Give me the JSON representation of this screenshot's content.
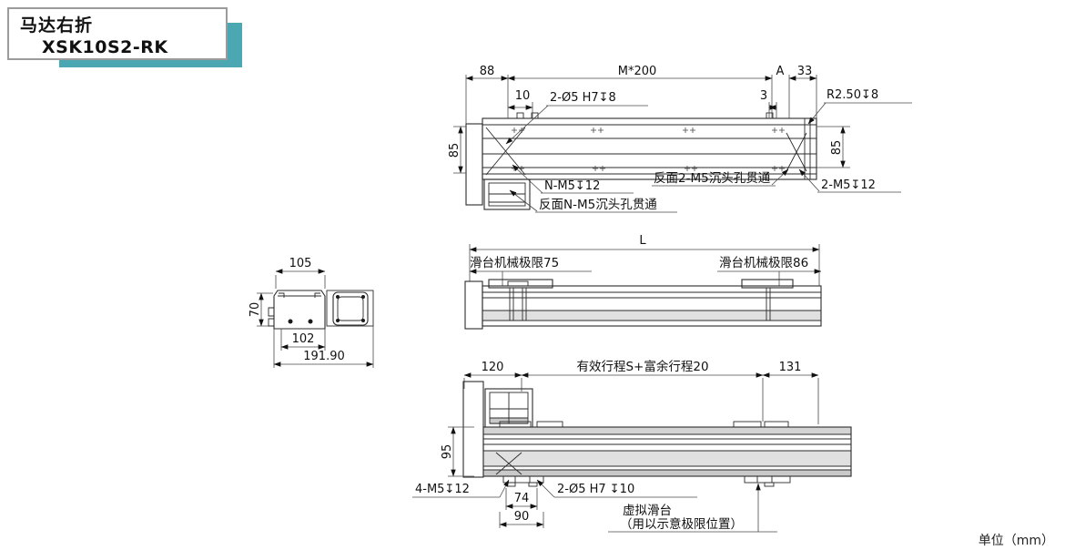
{
  "title": {
    "model_type": "马达右折",
    "model_code": "XSK10S2-RK"
  },
  "unit_note": "单位（mm）",
  "colors": {
    "accent_teal": "#4BA7B1",
    "line": "#2B2B2B"
  },
  "top_view": {
    "dim_left_offset": "88",
    "dim_hole_pitch": "M*200",
    "datum_a": "A",
    "dim_right_offset": "33",
    "dim_10": "10",
    "dim_3": "3",
    "dowel_callout": "2-Ø5 H7↧8",
    "corner_radius_callout": "R2.50↧8",
    "dim_85_left": "85",
    "dim_85_right": "85",
    "n_m5_callout": "N-M5↧12",
    "back_n_m5_callout": "反面N-M5沉头孔贯通",
    "back_2_m5_callout": "反面2-M5沉头孔贯通",
    "m5_callout_right": "2-M5↧12"
  },
  "side_view": {
    "dim_total_length": "L",
    "limit_left_label": "滑台机械极限75",
    "limit_right_label": "滑台机械极限86"
  },
  "section_view": {
    "dim_top_width": "105",
    "dim_height": "70",
    "dim_base_width": "102",
    "dim_total_width": "191.90"
  },
  "bottom_view": {
    "dim_left": "120",
    "dim_stroke": "有效行程S+富余行程20",
    "dim_right": "131",
    "dim_height": "95",
    "m5_callout": "4-M5↧12",
    "dim_74": "74",
    "dim_90": "90",
    "dowel_callout": "2-Ø5 H7 ↧10",
    "virtual_slider_line1": "虚拟滑台",
    "virtual_slider_line2": "（用以示意极限位置）"
  }
}
